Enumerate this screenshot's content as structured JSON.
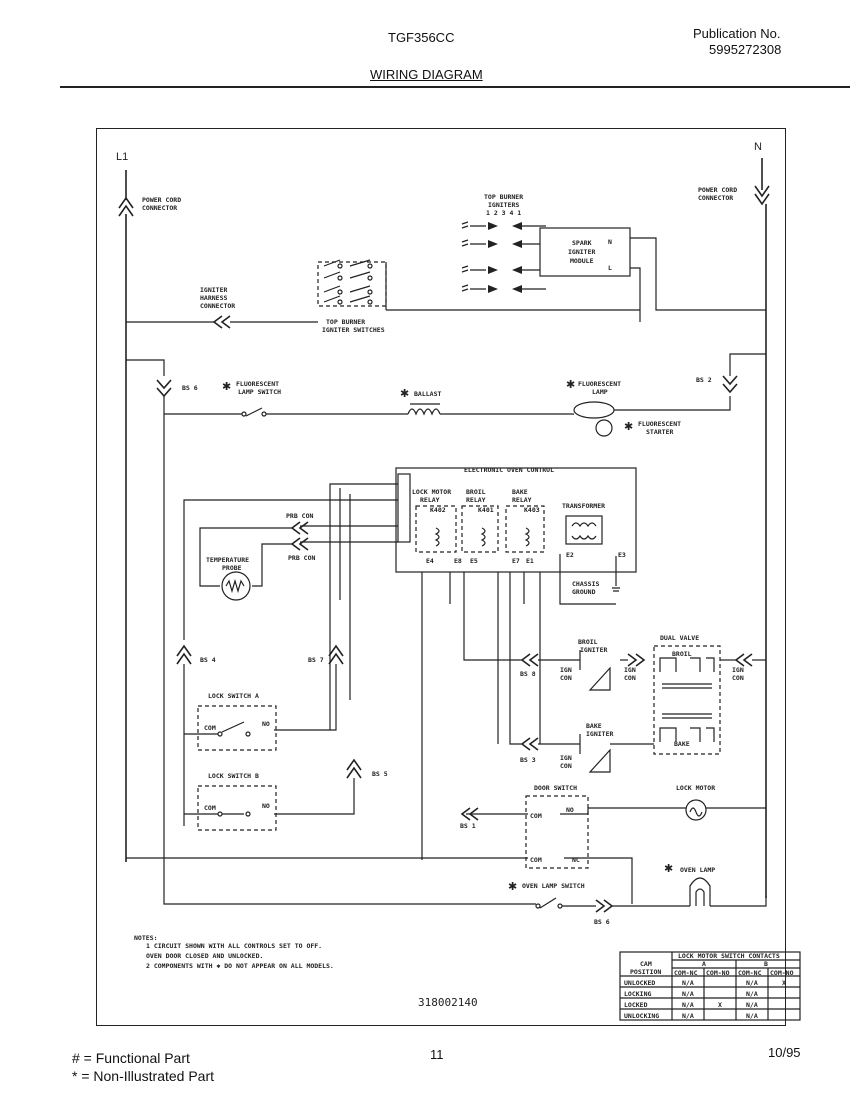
{
  "header": {
    "model": "TGF356CC",
    "publication_label": "Publication No.",
    "publication_number": "5995272308",
    "title": "WIRING DIAGRAM"
  },
  "diagram": {
    "line_l1": "L1",
    "line_n": "N",
    "power_cord_left": [
      "POWER CORD",
      "CONNECTOR"
    ],
    "power_cord_right": [
      "POWER CORD",
      "CONNECTOR"
    ],
    "top_burner_igniters": [
      "TOP BURNER",
      "IGNITERS"
    ],
    "igniter_numbers": "1 2 3 4 1",
    "spark_module": [
      "SPARK",
      "IGNITER",
      "MODULE"
    ],
    "spark_n": "N",
    "spark_l": "L",
    "igniter_harness": [
      "IGNITER",
      "HARNESS",
      "CONNECTOR"
    ],
    "burner_switches": [
      "TOP BURNER",
      "IGNITER SWITCHES"
    ],
    "bs6": "BS 6",
    "bs2": "BS 2",
    "fluorescent_switch": [
      "FLUORESCENT",
      "LAMP SWITCH"
    ],
    "ballast": "BALLAST",
    "fluorescent_lamp": [
      "FLUORESCENT",
      "LAMP"
    ],
    "fluorescent_starter": [
      "FLUORESCENT",
      "STARTER"
    ],
    "eoc": "ELECTRONIC OVEN CONTROL",
    "lock_motor_relay": [
      "LOCK MOTOR",
      "RELAY"
    ],
    "broil_relay": [
      "BROIL",
      "RELAY"
    ],
    "bake_relay": [
      "BAKE",
      "RELAY"
    ],
    "transformer": "TRANSFORMER",
    "relay_k": [
      "K402",
      "K401",
      "K403"
    ],
    "pins": [
      "E4",
      "E8",
      "E5",
      "E7",
      "E1",
      "E2",
      "E3"
    ],
    "chassis_ground": [
      "CHASSIS",
      "GROUND"
    ],
    "prb_con_1": "PRB CON",
    "prb_con_2": "PRB CON",
    "temp_probe": [
      "TEMPERATURE",
      "PROBE"
    ],
    "broil_igniter": [
      "BROIL",
      "IGNITER"
    ],
    "bake_igniter": [
      "BAKE",
      "IGNITER"
    ],
    "dual_valve": "DUAL VALVE",
    "broil": "BROIL",
    "bake": "BAKE",
    "ign_con": [
      "IGN",
      "CON"
    ],
    "bs8": "BS 8",
    "bs3": "BS 3",
    "bs4": "BS 4",
    "bs7": "BS 7",
    "bs5": "BS 5",
    "bs1": "BS 1",
    "bs6b": "BS 6",
    "lock_switch_a": "LOCK SWITCH A",
    "lock_switch_b": "LOCK SWITCH B",
    "com": "COM",
    "no": "NO",
    "nc": "NC",
    "door_switch": "DOOR SWITCH",
    "lock_motor": "LOCK MOTOR",
    "oven_lamp": "OVEN LAMP",
    "oven_lamp_switch": "OVEN LAMP SWITCH",
    "part_number": "318002140"
  },
  "notes": {
    "heading": "NOTES:",
    "lines": [
      "1  CIRCUIT SHOWN WITH ALL CONTROLS SET TO OFF.",
      "   OVEN DOOR CLOSED AND UNLOCKED.",
      "2  COMPONENTS WITH ✱ DO NOT APPEAR ON ALL MODELS."
    ]
  },
  "contact_table": {
    "title": "LOCK MOTOR SWITCH CONTACTS",
    "col_cam": [
      "CAM",
      "POSITION"
    ],
    "groups": [
      "A",
      "B"
    ],
    "subcols": [
      "COM-NC",
      "COM-NO",
      "COM-NC",
      "COM-NO"
    ],
    "rows": [
      {
        "position": "UNLOCKED",
        "cells": [
          "N/A",
          "",
          "N/A",
          "X"
        ]
      },
      {
        "position": "LOCKING",
        "cells": [
          "N/A",
          "",
          "N/A",
          ""
        ]
      },
      {
        "position": "LOCKED",
        "cells": [
          "N/A",
          "X",
          "N/A",
          ""
        ]
      },
      {
        "position": "UNLOCKING",
        "cells": [
          "N/A",
          "",
          "N/A",
          ""
        ]
      }
    ]
  },
  "footer": {
    "legend_functional": "# = Functional Part",
    "legend_non_illustrated": "* = Non-Illustrated Part",
    "page": "11",
    "date": "10/95"
  }
}
